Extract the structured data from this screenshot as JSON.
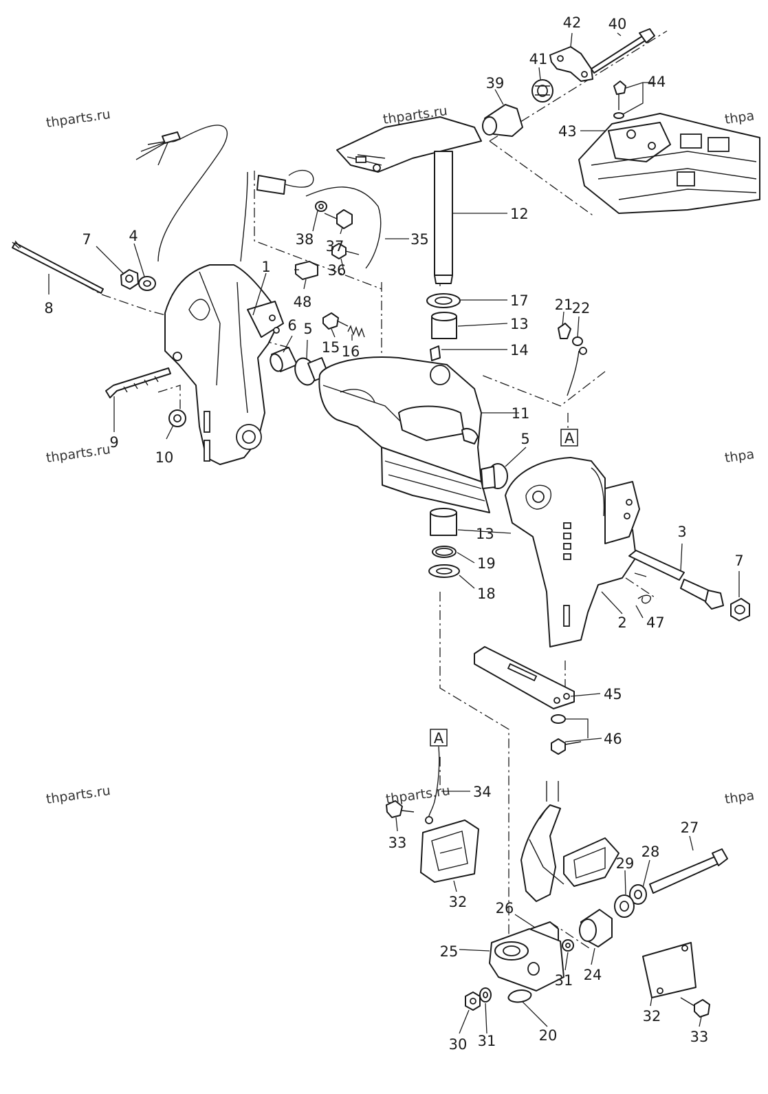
{
  "watermark": "thparts.ru",
  "watermark_partial": "thpa",
  "reference_mark": "A",
  "callouts": [
    "1",
    "2",
    "3",
    "4",
    "5",
    "5",
    "6",
    "7",
    "7",
    "8",
    "9",
    "10",
    "11",
    "12",
    "13",
    "13",
    "14",
    "15",
    "16",
    "17",
    "18",
    "19",
    "20",
    "21",
    "22",
    "24",
    "25",
    "26",
    "27",
    "28",
    "29",
    "30",
    "31",
    "31",
    "32",
    "32",
    "33",
    "33",
    "34",
    "35",
    "36",
    "37",
    "38",
    "39",
    "40",
    "41",
    "42",
    "43",
    "44",
    "45",
    "46",
    "47",
    "48"
  ]
}
